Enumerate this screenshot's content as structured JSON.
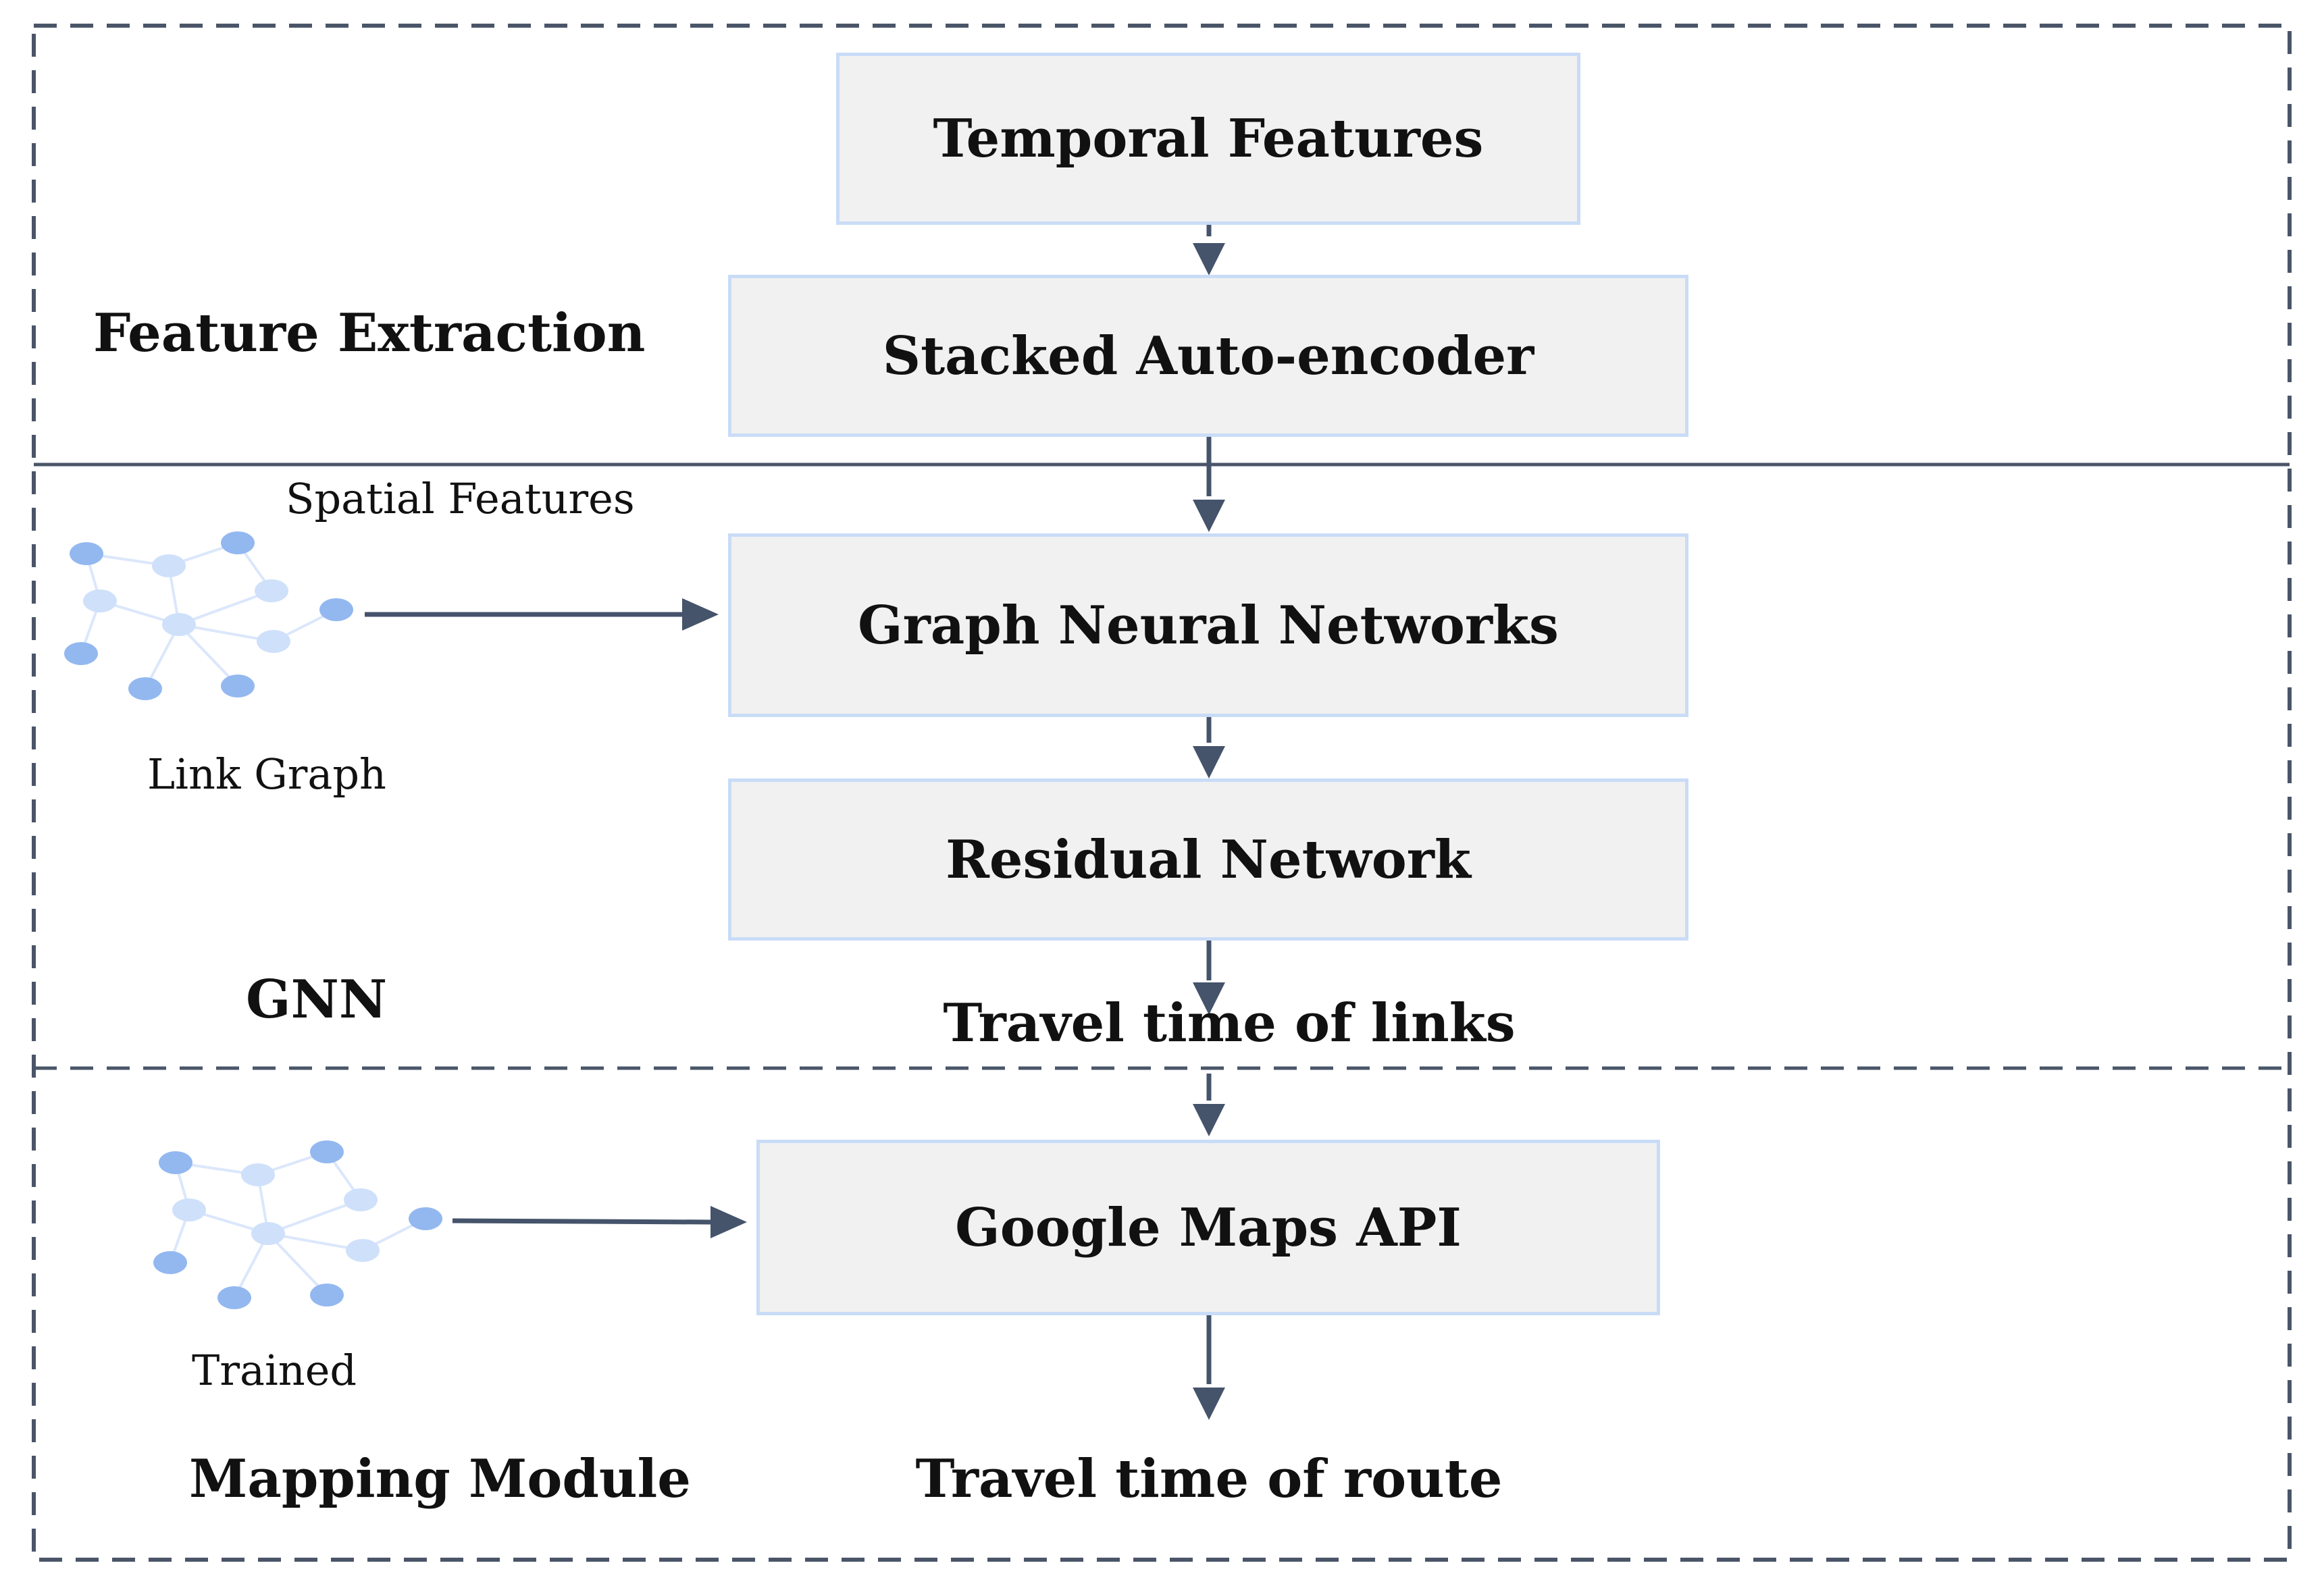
{
  "sections": {
    "feature_extraction": "Feature Extraction",
    "gnn": "GNN",
    "mapping": "Mapping Module"
  },
  "boxes": {
    "temporal": "Temporal Features",
    "sae": "Stacked Auto-encoder",
    "gnn": "Graph Neural Networks",
    "residual": "Residual Network",
    "maps": "Google Maps API"
  },
  "labels": {
    "spatial": "Spatial Features",
    "link_graph": "Link Graph",
    "trained": "Trained",
    "travel_links": "Travel time of links",
    "travel_route": "Travel time of route"
  },
  "colors": {
    "frame": "#4a5568",
    "arrow": "#45536b",
    "box_fill": "#f1f1f1",
    "box_border": "#c9dcf7",
    "node_dark": "#93b8f0",
    "node_light": "#cfe0fa",
    "edge": "#dbe7fb"
  }
}
